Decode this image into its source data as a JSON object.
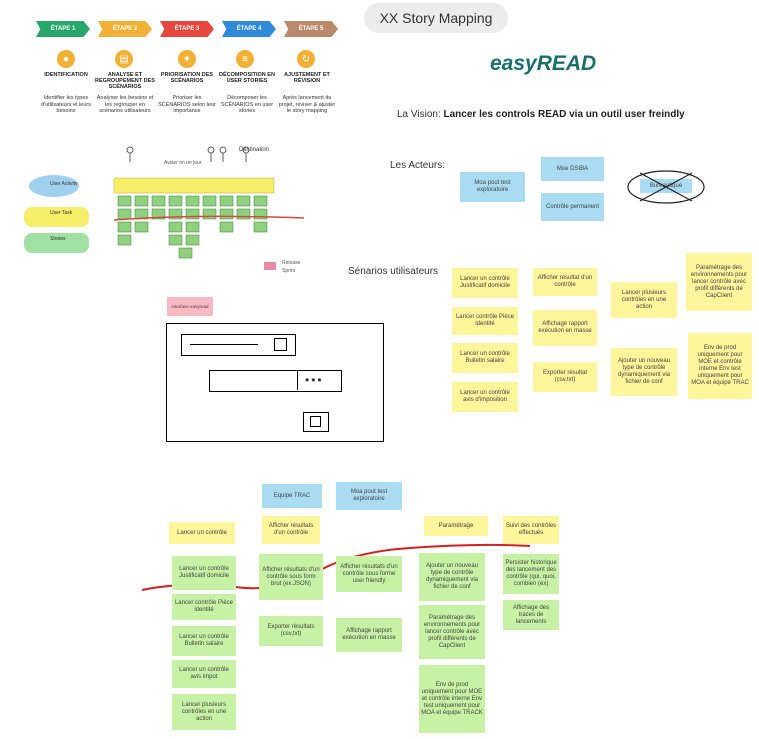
{
  "header": {
    "title": "XX Story Mapping"
  },
  "brand": "easyREAD",
  "vision": {
    "prefix": "La Vision: ",
    "text": "Lancer les controls READ via un outil user freindly"
  },
  "sections": {
    "actors": "Les Acteurs:",
    "scenarios": "Sénarios utilisateurs"
  },
  "steps": [
    {
      "tag": "ÉTAPE 1",
      "name": "IDENTIFICATION",
      "desc": "Identifier les types d'utilisateurs et leurs besoins",
      "color": "#27a86b",
      "icon": "person-icon"
    },
    {
      "tag": "ÉTAPE 2",
      "name": "ANALYSE ET REGROUPEMENT DES SCÉNARIOS",
      "desc": "Analyser les besoins et les regrouper en scénarios utilisateurs",
      "color": "#f2b134",
      "icon": "notepad-icon"
    },
    {
      "tag": "ÉTAPE 3",
      "name": "PRIORISATION DES SCÉNARIOS",
      "desc": "Prioriser les SCÉNARIOS selon leur importance",
      "color": "#e8473e",
      "icon": "bulb-icon"
    },
    {
      "tag": "ÉTAPE 4",
      "name": "DÉCOMPOSITION EN USER STORIES",
      "desc": "Décomposer les SCÉNARIOS en user stories",
      "color": "#2f8ad9",
      "icon": "list-icon"
    },
    {
      "tag": "ÉTAPE 5",
      "name": "AJUSTEMENT ET RÉVISION",
      "desc": "Après lancement du projet, reviser & ajuster le story mapping",
      "color": "#b9896a",
      "icon": "refresh-icon"
    }
  ],
  "sketch": {
    "header_note": "Destination",
    "legend": [
      "User Activity",
      "User Task",
      "Stories"
    ],
    "notes": [
      "Aviser en un jour",
      "Release",
      "Sprint"
    ]
  },
  "actors": [
    {
      "text": "Moa pout test exploratoire"
    },
    {
      "text": "Moe DSIBA"
    },
    {
      "text": "Contrôle permanent"
    },
    {
      "text": "Bureautique"
    }
  ],
  "scenarios": {
    "col1": [
      "Lancer un contrôle Justificatif domicile",
      "Lancer contrôle Pièce identité",
      "Lancer un contrôle Bulletin salaire",
      "Lancer un contrôle avis d'imposition"
    ],
    "col2": [
      "Afficher résultat d'un contrôle",
      "Affichage rapport exécution en masse",
      "Exporter résultat (csv,txt)"
    ],
    "col3": [
      "Lancer plusieurs contrôles en une action",
      "Ajouter un nouveau type de contrôle dynamiquement via fichier de conf"
    ],
    "col4": [
      "Paramétrage des environnements pour lancer contrôle avec profil différents de CapClient",
      "Env de prod uniquement pour MOE et contrôle interne Env test uniquement pour MOA et équipe TRAC"
    ]
  },
  "wireframe": {
    "note": "interface easyread"
  },
  "map": {
    "actors": [
      "Equipe TRAC",
      "Moa pout test exploratoire"
    ],
    "activities": [
      "Lancer un contrôle",
      "Afficher résultats d'un contrôle",
      "Paramétrage",
      "Suivi des contrôles effectués"
    ],
    "col1": [
      "Lancer un contrôle Justificatif domicile",
      "Lancer contrôle Pièce identité",
      "Lancer un contrôle Bulletin salaire",
      "Lancer un contrôle avis impot",
      "Lancer plusieurs contrôles en une action"
    ],
    "col2": [
      "Afficher résultats d'un contrôle sous form brut (ex.JSON)",
      "Exporter résultats (csv,txt)"
    ],
    "col3": [
      "Afficher résultats d'un contrôle sous forme user friendly",
      "Affichage rapport exécution en masse"
    ],
    "col4": [
      "Ajouter un nouveau type de contrôle dynamiquement via fichier de conf",
      "Paramétrage des environnements pour lancer contrôle avec profil différents de CapClient",
      "Env de prod uniquement pour MOE et contrôle interne Env test uniquement pour MOA et équipe TRACK"
    ],
    "col5": [
      "Persister historique des lancement des contrôle (qui, quoi, combien (ex)",
      "Affichage des traces de lancements"
    ]
  }
}
